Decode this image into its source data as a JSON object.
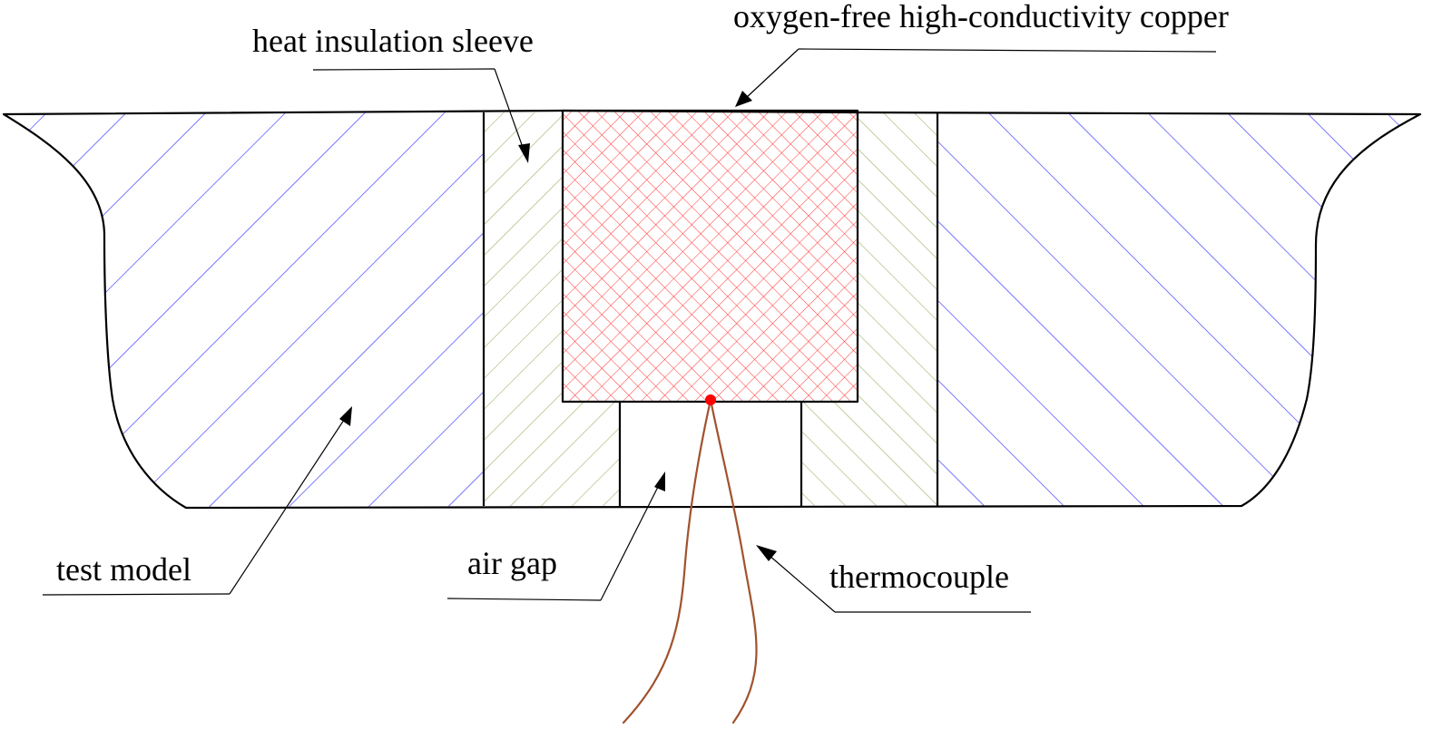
{
  "labels": {
    "heat_insulation_sleeve": "heat insulation sleeve",
    "copper": "oxygen-free high-conductivity copper",
    "test_model": "test model",
    "air_gap": "air gap",
    "thermocouple": "thermocouple"
  },
  "colors": {
    "test_model_hatch": "#3333ff",
    "sleeve_hatch": "#99b366",
    "copper_hatch": "#ff3333",
    "thermocouple_wire": "#a0522d",
    "junction_dot": "#ff0000",
    "outline": "#000000"
  }
}
